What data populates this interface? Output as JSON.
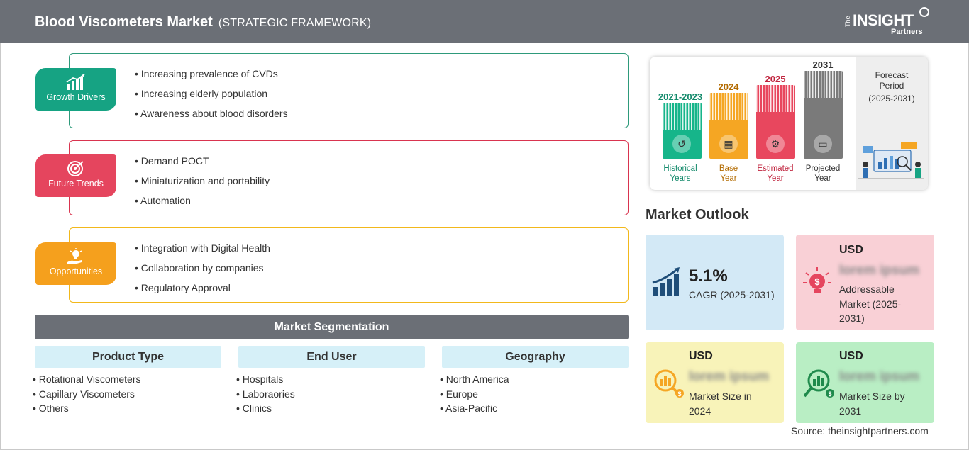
{
  "header": {
    "title": "Blood Viscometers Market",
    "subtitle": "(STRATEGIC FRAMEWORK)",
    "logo": {
      "line1": "The",
      "line2": "INSIGHT",
      "line3": "Partners"
    }
  },
  "strategy": {
    "growth_drivers": {
      "label": "Growth Drivers",
      "color": "#16a383",
      "items": [
        "Increasing prevalence of CVDs",
        "Increasing elderly population",
        "Awareness about blood disorders"
      ]
    },
    "future_trends": {
      "label": "Future Trends",
      "color": "#e5455e",
      "items": [
        "Demand POCT",
        "Miniaturization and portability",
        "Automation"
      ]
    },
    "opportunities": {
      "label": "Opportunities",
      "color": "#f5a01d",
      "items": [
        "Integration with Digital Health",
        "Collaboration by companies",
        "Regulatory Approval"
      ]
    }
  },
  "segmentation": {
    "title": "Market Segmentation",
    "columns": [
      {
        "head": "Product Type",
        "items": [
          "Rotational Viscometers",
          "Capillary Viscometers",
          "Others"
        ]
      },
      {
        "head": "End User",
        "items": [
          "Hospitals",
          "Laboraories",
          "Clinics"
        ]
      },
      {
        "head": "Geography",
        "items": [
          "North America",
          "Europe",
          "Asia-Pacific"
        ]
      }
    ]
  },
  "timeline": {
    "bars": [
      {
        "year": "2021-2023",
        "label_line1": "Historical",
        "label_line2": "Years",
        "color": "#16b58a",
        "year_color": "#138a6b",
        "label_color": "#138a6b",
        "icon": "history-icon"
      },
      {
        "year": "2024",
        "label_line1": "Base",
        "label_line2": "Year",
        "color": "#f5a623",
        "year_color": "#b36b00",
        "label_color": "#b36b00",
        "icon": "calendar-icon"
      },
      {
        "year": "2025",
        "label_line1": "Estimated",
        "label_line2": "Year",
        "color": "#e8475e",
        "year_color": "#c0243e",
        "label_color": "#c0243e",
        "icon": "gears-icon"
      },
      {
        "year": "2031",
        "label_line1": "Projected",
        "label_line2": "Year",
        "color": "#7a7a7a",
        "year_color": "#333333",
        "label_color": "#333333",
        "icon": "presentation-icon"
      }
    ],
    "forecast_title_1": "Forecast",
    "forecast_title_2": "Period",
    "forecast_range": "(2025-2031)"
  },
  "market_outlook": {
    "title": "Market Outlook",
    "cagr": {
      "value": "5.1%",
      "label": "CAGR (2025-2031)"
    },
    "addressable": {
      "currency": "USD",
      "value": "lorem ipsum",
      "desc_1": "Addressable",
      "desc_2": "Market (2025-",
      "desc_3": "2031)"
    },
    "size_2024": {
      "currency": "USD",
      "value": "lorem ipsum",
      "desc_1": "Market Size in",
      "desc_2": "2024"
    },
    "size_2031": {
      "currency": "USD",
      "value": "lorem ipsum",
      "desc_1": "Market Size by",
      "desc_2": "2031"
    }
  },
  "source": "Source: theinsightpartners.com"
}
